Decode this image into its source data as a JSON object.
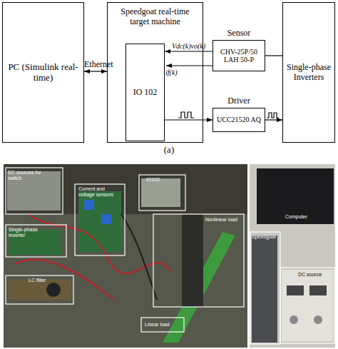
{
  "diagram": {
    "nodes": [
      {
        "text": [
          "PC (Simulink real-time)"
        ]
      },
      {
        "text": [
          "Speedgoat real-time target machine"
        ]
      },
      {
        "text": [
          "IO 102"
        ],
        "in": 1
      },
      {
        "text": [
          "Sensor",
          "CHV-25P/50 LAH 50-P"
        ]
      },
      {
        "text": [
          "Driver",
          "UCC21520 AQ"
        ]
      },
      {
        "text": [
          "Single-phase Inverters"
        ]
      }
    ],
    "edges": [
      {
        "from": 0,
        "to": 1,
        "arrow": "both",
        "label": "Ethernet"
      },
      {
        "from": 5,
        "to": 3,
        "arrow": "none"
      },
      {
        "from": 3,
        "to": 2,
        "arrow": "to",
        "label": "Vdc(k)vo(k)"
      },
      {
        "from": 2,
        "to": 4,
        "arrow": "to"
      },
      {
        "from": 4,
        "to": 5,
        "arrow": "to"
      }
    ],
    "labels": [
      "if(k)",
      "(a)",
      "DC sources for switch",
      "Current and voltage sensors",
      "IO102",
      "Single-phase inverter",
      "Nonlinear load",
      "Linear load",
      "LC filter",
      "Computer",
      "Speedgoat",
      "DC source"
    ]
  }
}
